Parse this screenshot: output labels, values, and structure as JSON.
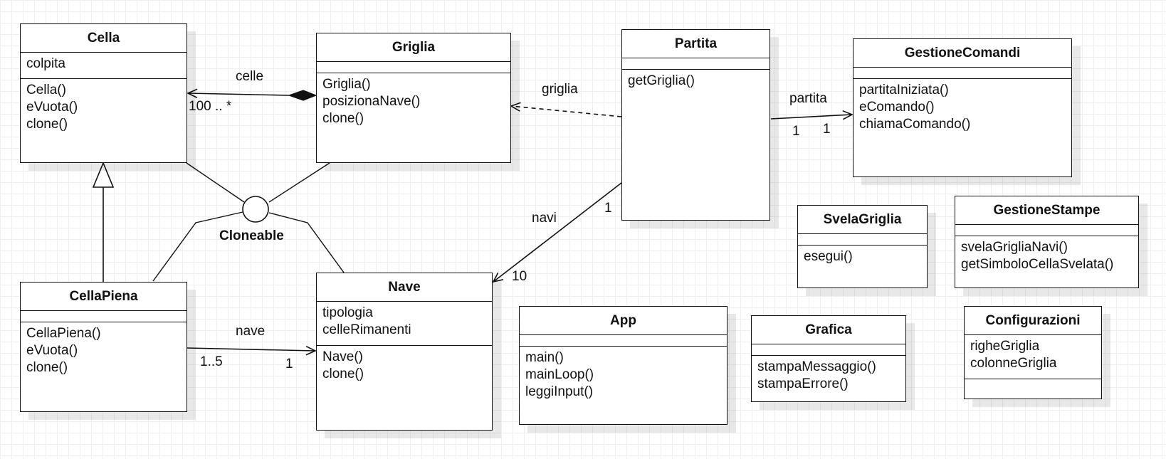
{
  "classes": [
    {
      "id": "cella",
      "name": "Cella",
      "attrs": [
        "colpita"
      ],
      "ops": [
        "Cella()",
        "eVuota()",
        "clone()"
      ]
    },
    {
      "id": "griglia",
      "name": "Griglia",
      "attrs": [],
      "ops": [
        "Griglia()",
        "posizionaNave()",
        "clone()"
      ]
    },
    {
      "id": "partita",
      "name": "Partita",
      "attrs": [],
      "ops": [
        "getGriglia()"
      ]
    },
    {
      "id": "gestionecomandi",
      "name": "GestioneComandi",
      "attrs": [],
      "ops": [
        "partitaIniziata()",
        "eComando()",
        "chiamaComando()"
      ]
    },
    {
      "id": "svelagriglia",
      "name": "SvelaGriglia",
      "attrs": [],
      "ops": [
        "esegui()"
      ]
    },
    {
      "id": "gestionestampe",
      "name": "GestioneStampe",
      "attrs": [],
      "ops": [
        "svelaGrigliaNavi()",
        "getSimboloCellaSvelata()"
      ]
    },
    {
      "id": "cellapiena",
      "name": "CellaPiena",
      "attrs": [],
      "ops": [
        "CellaPiena()",
        "eVuota()",
        "clone()"
      ]
    },
    {
      "id": "nave",
      "name": "Nave",
      "attrs": [
        "tipologia",
        "celleRimanenti"
      ],
      "ops": [
        "Nave()",
        "clone()"
      ]
    },
    {
      "id": "app",
      "name": "App",
      "attrs": [],
      "ops": [
        "main()",
        "mainLoop()",
        "leggiInput()"
      ]
    },
    {
      "id": "grafica",
      "name": "Grafica",
      "attrs": [],
      "ops": [
        "stampaMessaggio()",
        "stampaErrore()"
      ]
    },
    {
      "id": "configurazioni",
      "name": "Configurazioni",
      "attrs": [
        "righeGriglia",
        "colonneGriglia"
      ],
      "ops": []
    }
  ],
  "interface": {
    "name": "Cloneable"
  },
  "relations": [
    {
      "id": "celle",
      "type": "composition",
      "from": "griglia",
      "to": "cella",
      "label": "celle",
      "multiplicity_to": "100 .. *"
    },
    {
      "id": "griglia",
      "type": "dependency",
      "from": "partita",
      "to": "griglia",
      "label": "griglia"
    },
    {
      "id": "partita",
      "type": "association",
      "from": "partita",
      "to": "gestionecomandi",
      "label": "partita",
      "multiplicity_from": "1",
      "multiplicity_to": "1"
    },
    {
      "id": "navi",
      "type": "association",
      "from": "partita",
      "to": "nave",
      "label": "navi",
      "multiplicity_from": "1",
      "multiplicity_to": "10"
    },
    {
      "id": "nave",
      "type": "association",
      "from": "cellapiena",
      "to": "nave",
      "label": "nave",
      "multiplicity_from": "1..5",
      "multiplicity_to": "1"
    },
    {
      "id": "gen",
      "type": "generalization",
      "from": "cellapiena",
      "to": "cella"
    }
  ]
}
